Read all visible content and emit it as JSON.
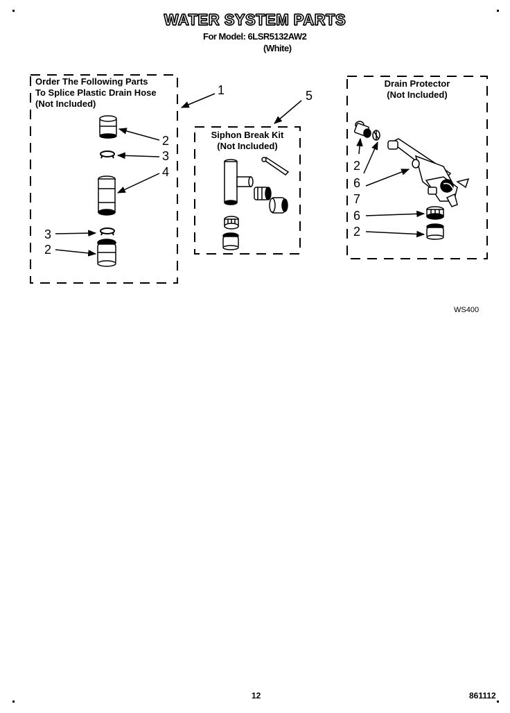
{
  "header": {
    "title": "WATER SYSTEM PARTS",
    "model_line": "For Model: 6LSR5132AW2",
    "color_line": "(White)"
  },
  "box_left": {
    "line1": "Order The Following Parts",
    "line2": "To Splice Plastic Drain Hose",
    "line3": "(Not Included)"
  },
  "box_middle": {
    "line1": "Siphon Break Kit",
    "line2": "(Not Included)"
  },
  "box_right": {
    "line1": "Drain Protector",
    "line2": "(Not Included)"
  },
  "callouts": {
    "c1": "1",
    "c2a": "2",
    "c3a": "3",
    "c4": "4",
    "c3b": "3",
    "c2b": "2",
    "c5": "5",
    "c2c": "2",
    "c6a": "6",
    "c7": "7",
    "c6b": "6",
    "c2d": "2"
  },
  "figure_code": "WS400",
  "footer": {
    "page_number": "12",
    "doc_number": "861112"
  }
}
